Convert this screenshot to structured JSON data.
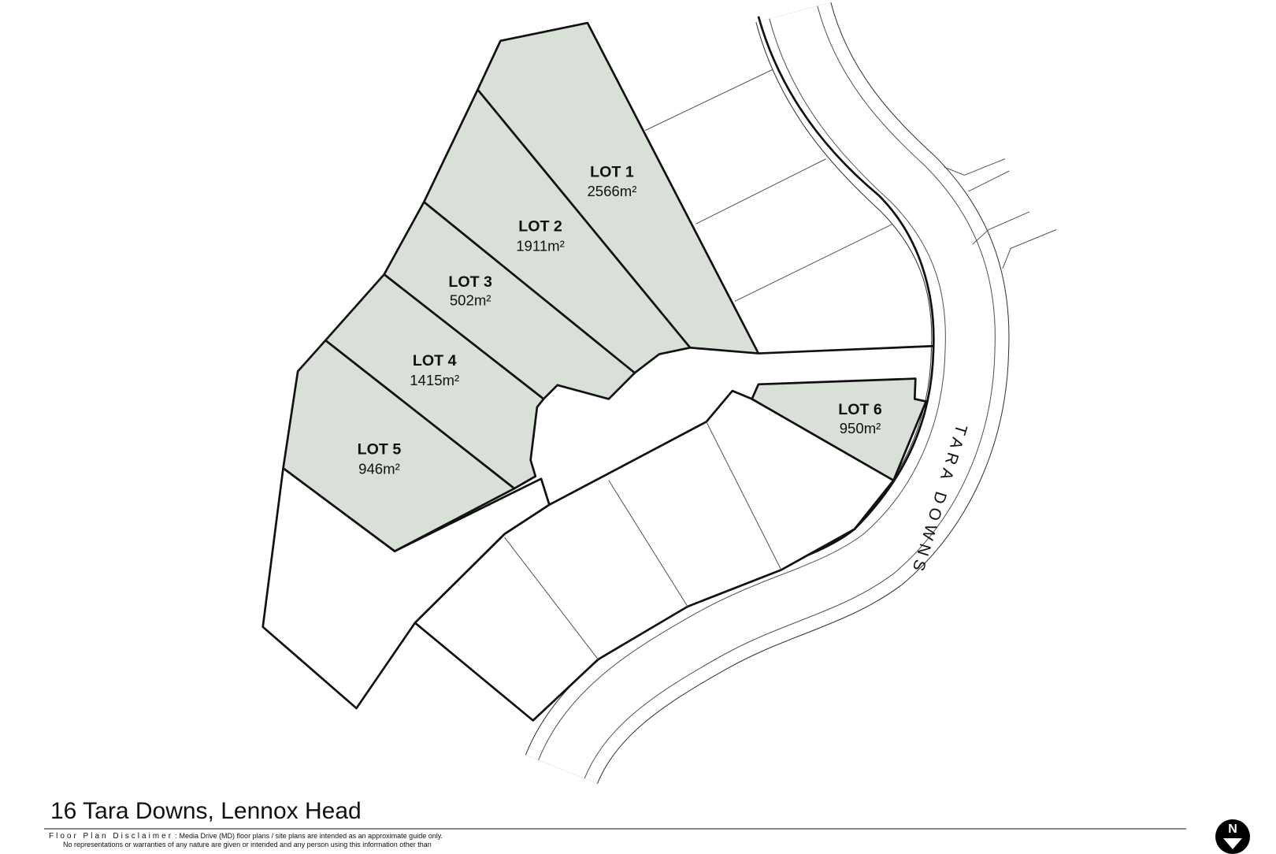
{
  "lots": [
    {
      "name": "LOT 1",
      "area": "2566m²"
    },
    {
      "name": "LOT 2",
      "area": "1911m²"
    },
    {
      "name": "LOT 3",
      "area": "502m²"
    },
    {
      "name": "LOT 4",
      "area": "1415m²"
    },
    {
      "name": "LOT 5",
      "area": "946m²"
    },
    {
      "name": "LOT 6",
      "area": "950m²"
    }
  ],
  "road_name": "TARA DOWNS",
  "title": "16 Tara Downs, Lennox Head",
  "disclaimer": {
    "label": "Floor Plan Disclaimer",
    "line1": ": Media Drive (MD) floor plans / site plans are intended as an approximate guide only.",
    "line2": "No representations or warranties of any nature are given or intended and any person using this information other than"
  },
  "north_label": "N",
  "colors": {
    "highlight_lot": "#d9e0d8"
  }
}
